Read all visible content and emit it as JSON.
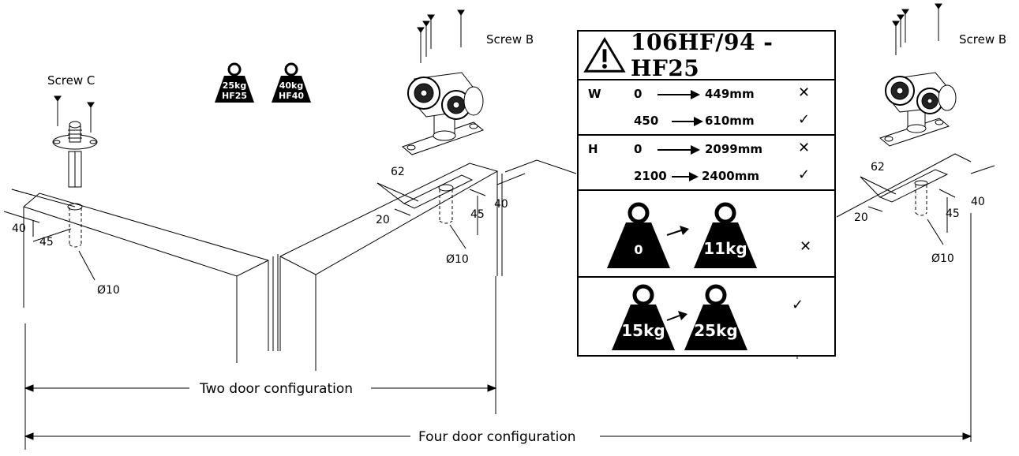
{
  "labels": {
    "screw_c": "Screw C",
    "screw_b_left": "Screw B",
    "screw_b_right": "Screw B",
    "weight_hf25_kg": "25kg",
    "weight_hf25_model": "HF25",
    "weight_hf40_kg": "40kg",
    "weight_hf40_model": "HF40"
  },
  "dimensions": {
    "left": {
      "d40": "40",
      "d45": "45",
      "dia": "Ø10"
    },
    "middle": {
      "d62": "62",
      "d20": "20",
      "d45": "45",
      "d40": "40",
      "dia": "Ø10"
    },
    "right": {
      "d62": "62",
      "d20": "20",
      "d45": "45",
      "d40": "40",
      "dia": "Ø10"
    }
  },
  "configurations": {
    "two_door": "Two door configuration",
    "four_door": "Four door configuration"
  },
  "spec_panel": {
    "title": "106HF/94 -HF25",
    "width": {
      "key": "W",
      "rows": [
        {
          "from": "0",
          "to": "449mm",
          "ok": "✕"
        },
        {
          "from": "450",
          "to": "610mm",
          "ok": "✓"
        }
      ]
    },
    "height": {
      "key": "H",
      "rows": [
        {
          "from": "0",
          "to": "2099mm",
          "ok": "✕"
        },
        {
          "from": "2100",
          "to": "2400mm",
          "ok": "✓"
        }
      ]
    },
    "weight_reject": {
      "from": "0",
      "to": "11kg",
      "ok": "✕"
    },
    "weight_accept": {
      "from": "15kg",
      "to": "25kg",
      "ok": "✓"
    }
  }
}
